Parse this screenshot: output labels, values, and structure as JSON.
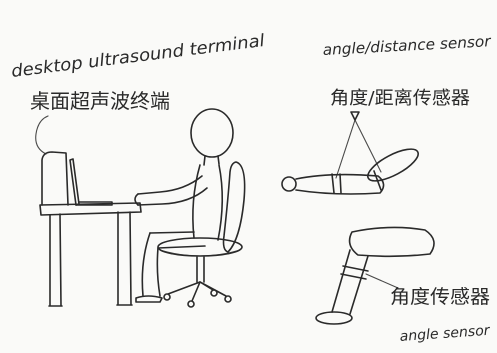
{
  "labels": {
    "terminal_en": "desktop ultrasound terminal",
    "terminal_zh": "桌面超声波终端",
    "angle_distance_en": "angle/distance sensor",
    "angle_distance_zh": "角度/距离传感器",
    "angle_zh": "角度传感器",
    "angle_en": "angle sensor"
  },
  "colors": {
    "paper": "#fafaf8",
    "pencil": "#2a2a2a"
  }
}
